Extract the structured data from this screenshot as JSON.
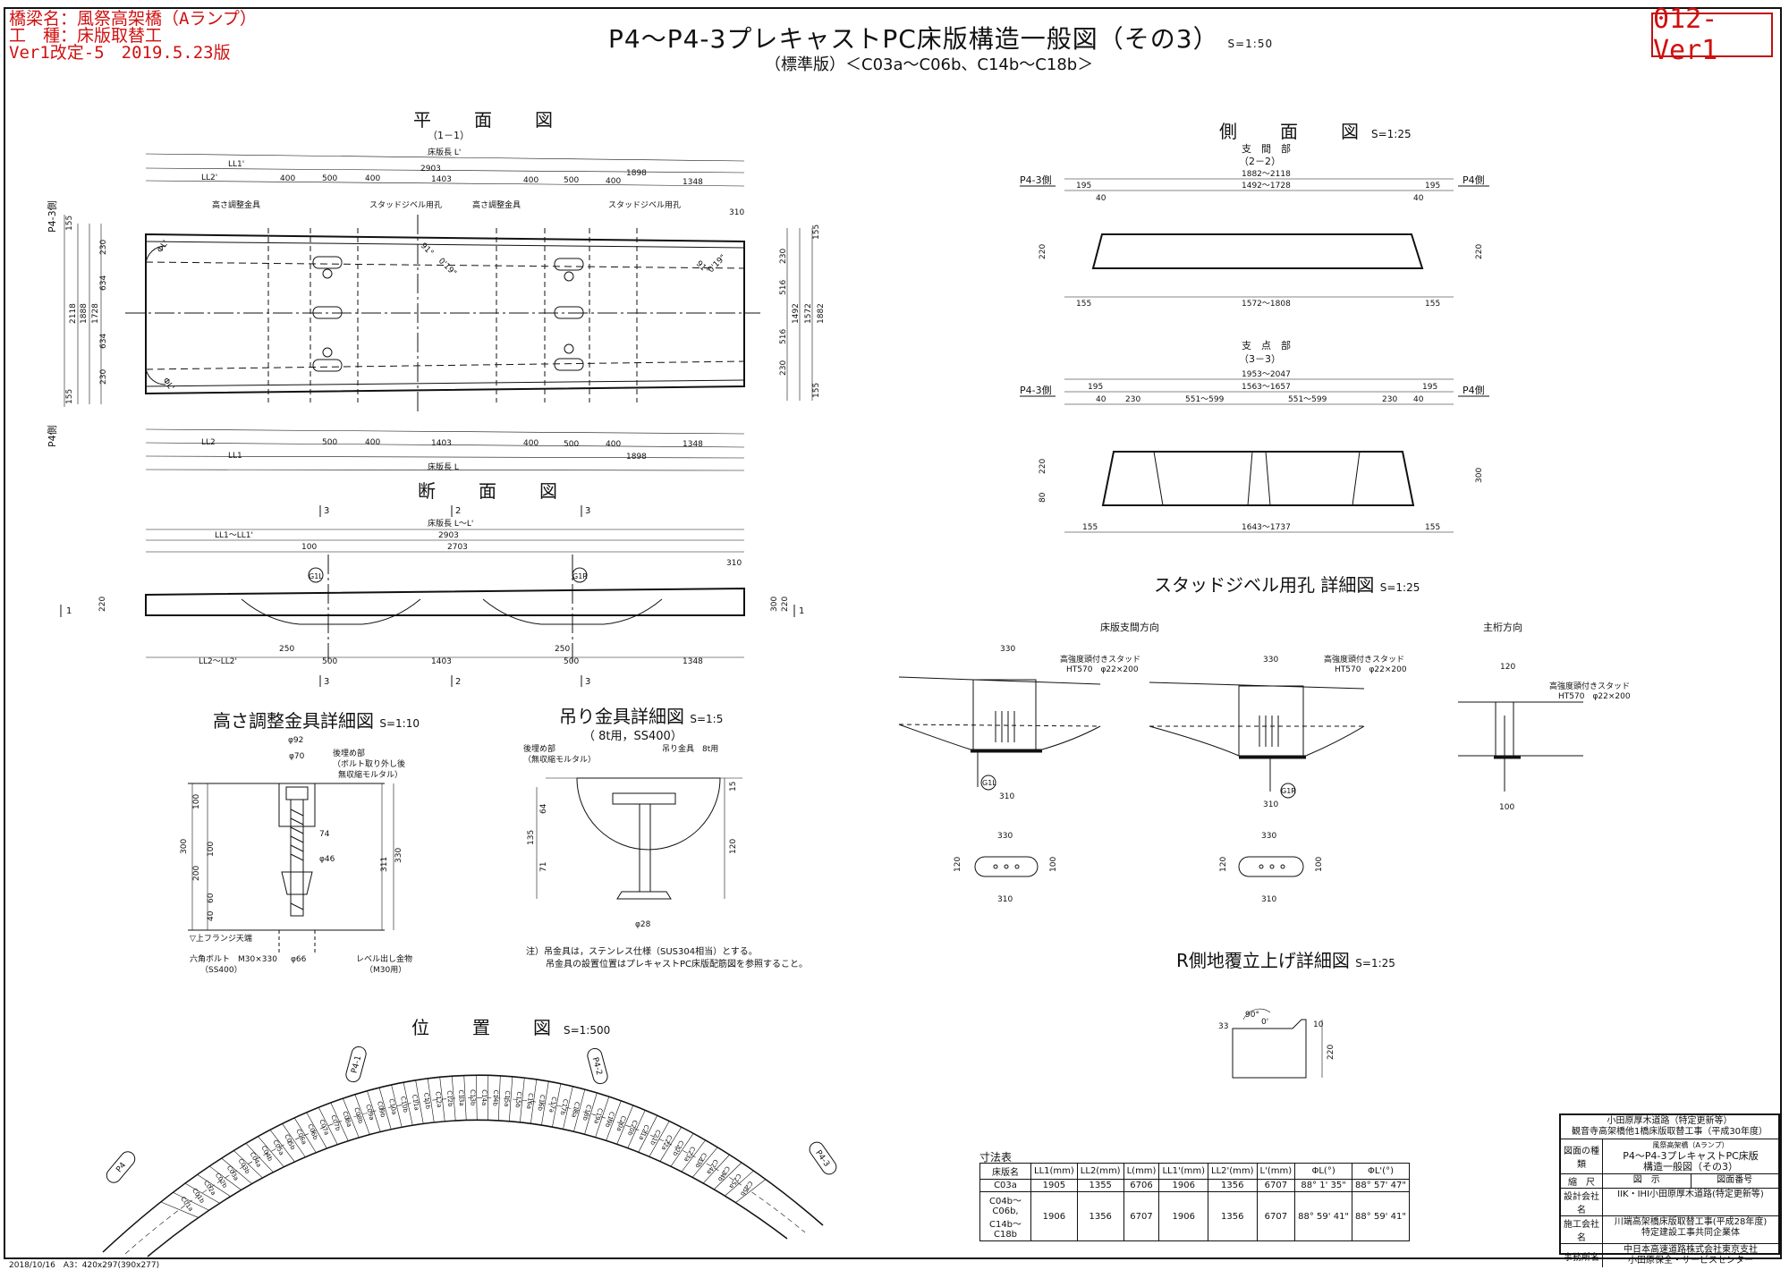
{
  "header": {
    "bridge_name": "橋梁名：風祭高架橋（Aランプ）",
    "work_type": "工　種：床版取替工",
    "version_note": "Ver1改定-5　2019.5.23版",
    "title": "P4～P4-3プレキャストPC床版構造一般図（その3）",
    "title_scale": "S=1:50",
    "subtitle": "（標準版）＜C03a～C06b、C14b～C18b＞",
    "drawing_id": "012-Ver1"
  },
  "plan_view": {
    "title": "平　面　図",
    "section": "（1－1）",
    "labels": [
      "高さ調整金具",
      "スタッドジベル用孔",
      "高さ調整金具",
      "スタッドジベル用孔"
    ],
    "side_top": "P4-3側",
    "side_bottom": "P4側",
    "dims_top": [
      "床版長 L'",
      "LL1'",
      "2903",
      "1898",
      "LL2'",
      "400",
      "500",
      "400",
      "1403",
      "400",
      "500",
      "400",
      "1348",
      "310"
    ],
    "dims_bottom": [
      "LL2",
      "500",
      "400",
      "1403",
      "400",
      "500",
      "400",
      "1348",
      "LL1",
      "1898",
      "床版長 L"
    ],
    "dims_left": [
      "155",
      "230",
      "634",
      "634",
      "230",
      "155",
      "1888",
      "1728",
      "2118"
    ],
    "dims_right": [
      "155",
      "230",
      "516",
      "516",
      "230",
      "155",
      "1492",
      "1572",
      "1882"
    ],
    "angles": [
      "ΦL'",
      "ΦL'",
      "91°",
      "0'19\"",
      "91°",
      "0'19\""
    ]
  },
  "cross_section": {
    "title": "断　面　図",
    "marks": [
      "3",
      "2",
      "3",
      "3",
      "2",
      "3"
    ],
    "dims_top": [
      "床版長 L～L'",
      "LL1～LL1'",
      "2903",
      "100",
      "2703",
      "310"
    ],
    "dims_bottom": [
      "LL2～LL2'",
      "250",
      "500",
      "1403",
      "250",
      "500",
      "1348"
    ],
    "girders": [
      "G1L",
      "G1R"
    ],
    "side_mark": "1",
    "heights": [
      "220",
      "220",
      "300"
    ]
  },
  "side_view": {
    "title": "側　面　図",
    "title_scale": "S=1:25",
    "support": {
      "title": "支　間　部",
      "section": "（2－2）",
      "left": "P4-3側",
      "right": "P4側",
      "dims": [
        "1882～2118",
        "195",
        "1492～1728",
        "195",
        "40",
        "40",
        "220",
        "220",
        "155",
        "1572～1808",
        "155"
      ]
    },
    "bearing": {
      "title": "支　点　部",
      "section": "（3－3）",
      "left": "P4-3側",
      "right": "P4側",
      "dims": [
        "1953～2047",
        "195",
        "1563～1657",
        "195",
        "40",
        "230",
        "551～599",
        "551～599",
        "230",
        "40",
        "220",
        "80",
        "300",
        "155",
        "1643～1737",
        "155"
      ]
    }
  },
  "stud_detail": {
    "title": "スタッドジベル用孔 詳細図",
    "title_scale": "S=1:25",
    "dir_span": "床版支間方向",
    "dir_girder": "主桁方向",
    "stud_label": "高強度頭付きスタッド",
    "stud_spec": "HT570　φ22×200",
    "dims": [
      "330",
      "310",
      "330",
      "310",
      "120",
      "100",
      "120",
      "100"
    ],
    "girders": [
      "G1L",
      "G1R"
    ],
    "plan_dims": [
      "330",
      "120",
      "100",
      "310",
      "330",
      "120",
      "100",
      "310"
    ]
  },
  "height_adj": {
    "title": "高さ調整金具詳細図",
    "title_scale": "S=1:10",
    "dims": [
      "φ92",
      "φ70",
      "74",
      "φ46",
      "φ66",
      "100",
      "100",
      "200",
      "60",
      "40",
      "300",
      "311",
      "330"
    ],
    "label_fill": "後埋め部",
    "label_fill2": "（ボルト取り外し後",
    "label_fill3": "無収縮モルタル）",
    "label_flange": "▽上フランジ天端",
    "label_bolt": "六角ボルト　M30×330",
    "label_bolt2": "（SS400）",
    "label_level": "レベル出し金物",
    "label_level2": "（M30用）"
  },
  "lift_detail": {
    "title": "吊り金具詳細図",
    "title_scale": "S=1:5",
    "spec": "（ 8t用，SS400）",
    "label_fill": "後埋め部",
    "label_fill2": "（無収縮モルタル）",
    "label_fitting": "吊り金具　8t用",
    "dims": [
      "15",
      "64",
      "135",
      "71",
      "120",
      "φ28"
    ]
  },
  "notes": [
    "注）吊金具は，ステンレス仕様（SUS304相当）とする。",
    "吊金具の設置位置はプレキャストPC床版配筋図を参照すること。"
  ],
  "location_map": {
    "title": "位　置　図",
    "title_scale": "S=1:500",
    "piers": [
      "P4",
      "P4-1",
      "P4-2",
      "P4-3"
    ],
    "panels": [
      "C01a",
      "C01b",
      "C02a",
      "C02b",
      "C03a",
      "C03b",
      "C04a",
      "C04b",
      "C05a",
      "C05b",
      "C06a",
      "C06b",
      "C07a",
      "C07b",
      "C08a",
      "C08b",
      "C09a",
      "C09b",
      "C10a",
      "C10b",
      "C11a",
      "C11b",
      "C12a",
      "C12b",
      "C13a",
      "C13b",
      "C14a",
      "C14b",
      "C15a",
      "C15b",
      "C16a",
      "C16b",
      "C17a",
      "C17b",
      "C18a",
      "C18b",
      "C19a",
      "C19b",
      "C20a",
      "C20b",
      "C21a",
      "C21b",
      "C22a",
      "C22b",
      "C23a",
      "C23b",
      "C24a",
      "C24b",
      "C25a",
      "C25b"
    ]
  },
  "r_detail": {
    "title": "R側地覆立上げ詳細図",
    "title_scale": "S=1:25",
    "dims": [
      "90°",
      "0'",
      "33",
      "10",
      "220"
    ]
  },
  "dim_table": {
    "title": "寸法表",
    "headers": [
      "床版名",
      "LL1(mm)",
      "LL2(mm)",
      "L(mm)",
      "LL1'(mm)",
      "LL2'(mm)",
      "L'(mm)",
      "ΦL(°)",
      "ΦL'(°)"
    ],
    "rows": [
      [
        "C03a",
        "1905",
        "1355",
        "6706",
        "1906",
        "1356",
        "6707",
        "88° 1' 35\"",
        "88° 57' 47\""
      ],
      [
        "C04b～C06b, C14b～C18b",
        "1906",
        "1356",
        "6707",
        "1906",
        "1356",
        "6707",
        "88° 59' 41\"",
        "88° 59' 41\""
      ]
    ]
  },
  "title_block": {
    "project1": "小田原厚木道路（特定更新等）",
    "project2": "観音寺高架橋他1橋床版取替工事（平成30年度）",
    "drawing_kind_label": "図面の種類",
    "drawing_kind1": "風祭高架橋（Aランプ）",
    "drawing_kind2": "P4～P4-3プレキャストPC床版",
    "drawing_kind3": "構造一般図（その3）",
    "scale_label": "縮　尺",
    "scale_value": "図　示",
    "drawing_no_label": "図面番号",
    "designer_label": "設計会社名",
    "designer": "IIK・IHI小田原厚木道路(特定更新等)",
    "builder_label": "施工会社名",
    "builder1": "川端高架橋床版取替工事(平成28年度)",
    "builder2": "特定建設工事共同企業体",
    "office_label": "事務所名",
    "office1": "中日本高速道路株式会社東京支社",
    "office2": "小田原保全・サービスセンター"
  },
  "footer": "2018/10/16　A3：420x297(390x277)"
}
